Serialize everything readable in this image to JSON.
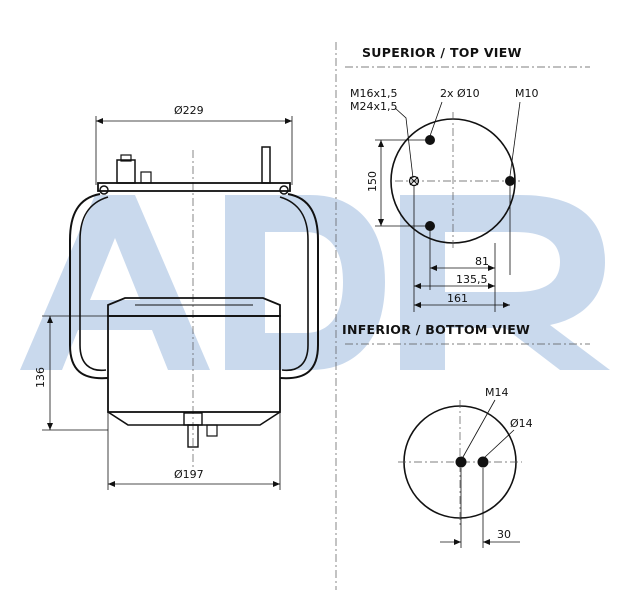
{
  "watermark": {
    "text": "ADR",
    "color": "#bcd0e8"
  },
  "side_view": {
    "top_diameter": "Ø229",
    "height": "136",
    "bottom_diameter": "Ø197"
  },
  "top_view": {
    "title": "SUPERIOR / TOP VIEW",
    "thread_a": "M16x1,5",
    "thread_b": "M24x1,5",
    "holes": "2x Ø10",
    "stud": "M10",
    "dim_150": "150",
    "dim_81": "81",
    "dim_135": "135,5",
    "dim_161": "161"
  },
  "bottom_view": {
    "title": "INFERIOR / BOTTOM VIEW",
    "stud": "M14",
    "hole": "Ø14",
    "dim_30": "30"
  }
}
